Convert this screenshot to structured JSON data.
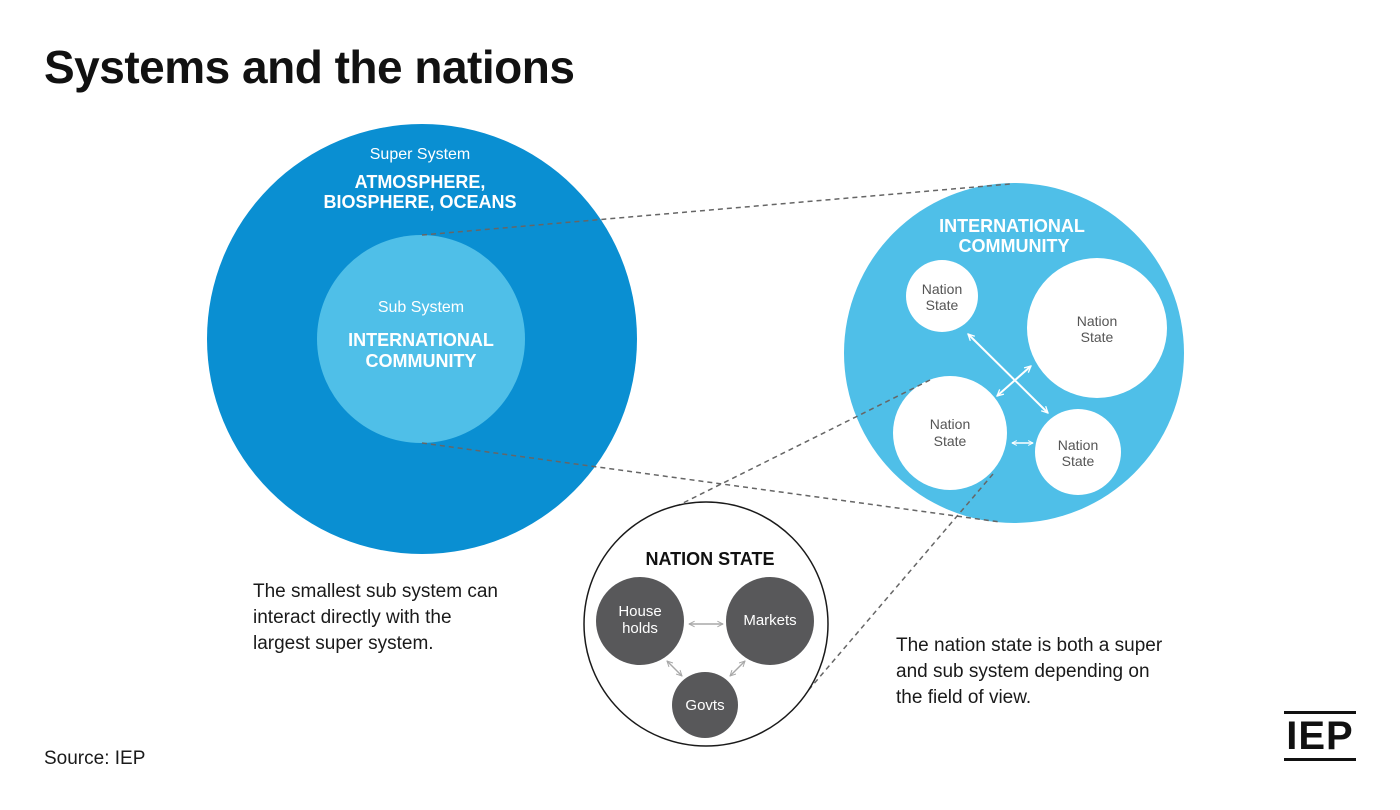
{
  "title": "Systems and the nations",
  "super_system": {
    "label": "Super System",
    "name_lines": [
      "ATMOSPHERE,",
      "BIOSPHERE, OCEANS"
    ],
    "color": "#0a8fd2"
  },
  "sub_system": {
    "label": "Sub System",
    "name_lines": [
      "INTERNATIONAL",
      "COMMUNITY"
    ],
    "color": "#4fbfe8"
  },
  "international_community": {
    "title_lines": [
      "INTERNATIONAL",
      "COMMUNITY"
    ],
    "color": "#4fbfe8",
    "nations": [
      {
        "lines": [
          "Nation",
          "State"
        ]
      },
      {
        "lines": [
          "Nation",
          "State"
        ]
      },
      {
        "lines": [
          "Nation",
          "State"
        ]
      },
      {
        "lines": [
          "Nation",
          "State"
        ]
      }
    ]
  },
  "nation_state": {
    "title": "NATION STATE",
    "node_color": "#58585a",
    "nodes": [
      {
        "lines": [
          "House",
          "holds"
        ]
      },
      {
        "lines": [
          "Markets"
        ]
      },
      {
        "lines": [
          "Govts"
        ]
      }
    ]
  },
  "caption_left": [
    "The smallest sub system can",
    "interact directly with the",
    "largest super system."
  ],
  "caption_right": [
    "The nation state is both a super",
    "and sub system depending on",
    "the field of view."
  ],
  "source": "Source: IEP",
  "logo": "IEP"
}
